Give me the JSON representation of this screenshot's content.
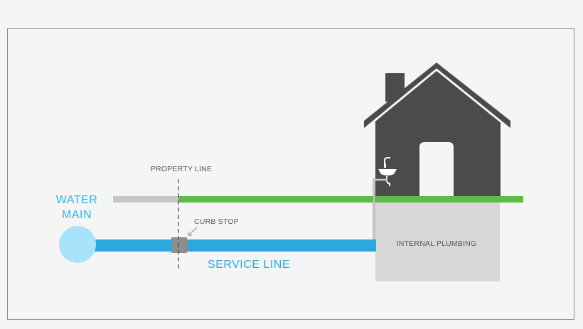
{
  "labels": {
    "water_main_line1": "WATER",
    "water_main_line2": "MAIN",
    "property_line": "PROPERTY LINE",
    "curb_stop": "CURB STOP",
    "service_line": "SERVICE LINE",
    "internal_plumbing": "INTERNAL PLUMBING"
  },
  "colors": {
    "water_main": "#a7e3fa",
    "service_pipe": "#2ca8e0",
    "public_ground": "#c6c6c6",
    "private_ground": "#5ebd45",
    "house": "#4b4b4b",
    "basement": "#d7d7d7",
    "curb_stop": "#8d8d8d",
    "label_blue": "#29b6e8"
  },
  "icons": {
    "house": "house-icon",
    "sink": "sink-icon",
    "curb_stop": "curb-stop-icon"
  }
}
